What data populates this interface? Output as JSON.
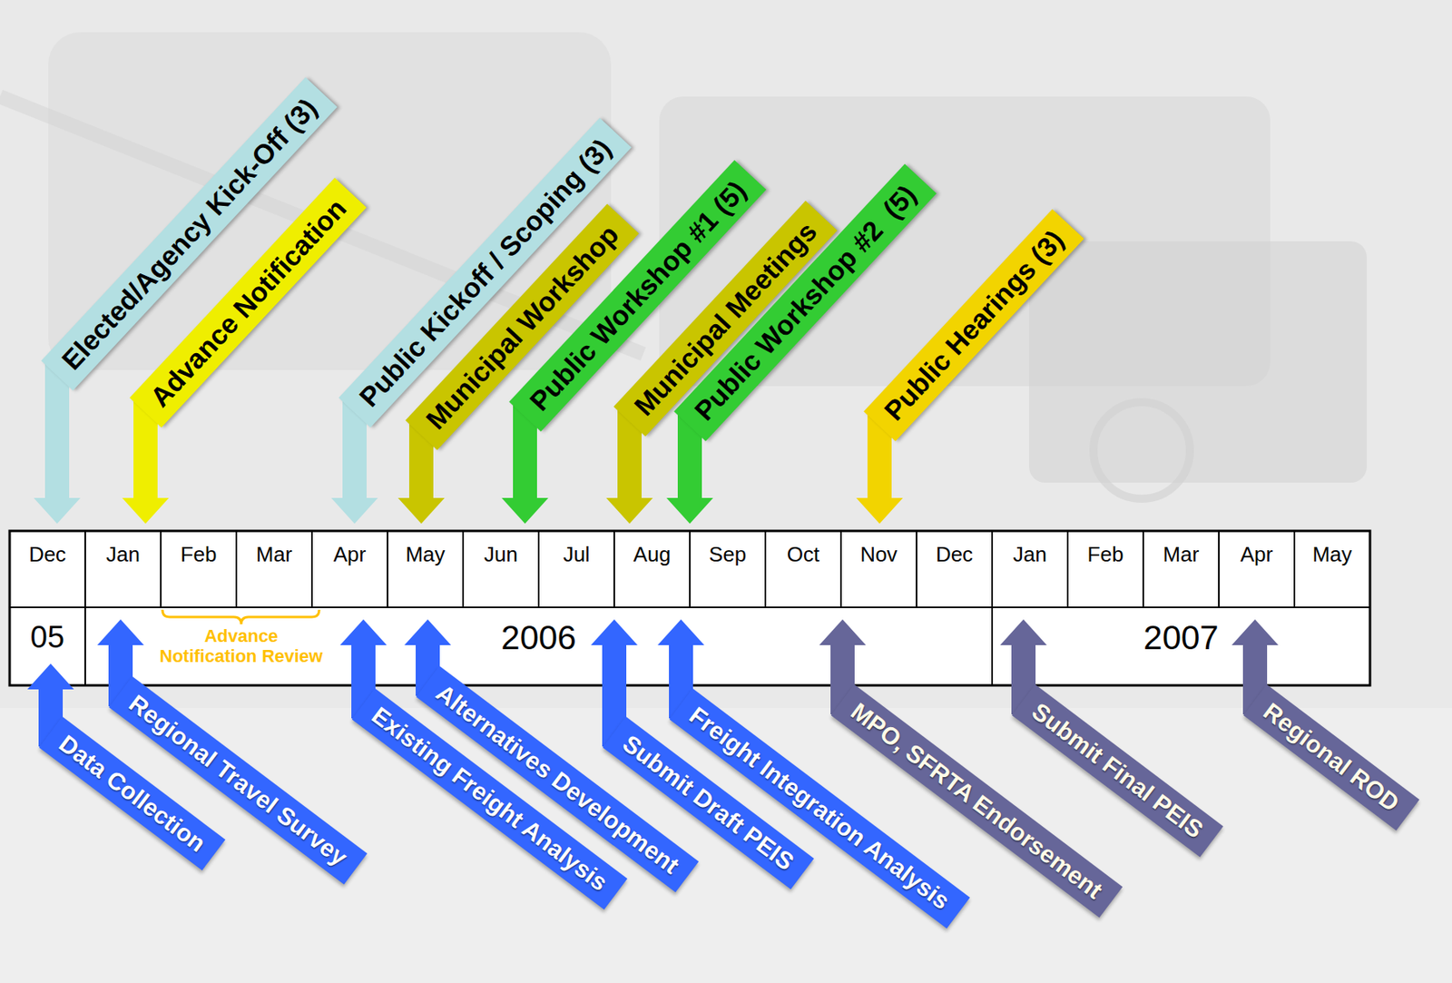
{
  "diagram": {
    "nodes": [
      {
        "text": [
          "Elected/Agency Kick-Off (3)"
        ]
      },
      {
        "text": [
          "Advance Notification"
        ]
      },
      {
        "text": [
          "Public Kickoff / Scoping (3)"
        ]
      },
      {
        "text": [
          "Municipal Workshop"
        ]
      },
      {
        "text": [
          "Public Workshop #1 (5)"
        ]
      },
      {
        "text": [
          "Municipal Meetings"
        ]
      },
      {
        "text": [
          "Public Workshop #2  (5)"
        ]
      },
      {
        "text": [
          "Public Hearings (3)"
        ]
      },
      {
        "text": [
          "Data Collection"
        ]
      },
      {
        "text": [
          "Regional Travel Survey"
        ]
      },
      {
        "text": [
          "Existing Freight Analysis"
        ]
      },
      {
        "text": [
          "Alternatives Development"
        ]
      },
      {
        "text": [
          "Submit Draft PEIS"
        ]
      },
      {
        "text": [
          "Freight Integration Analysis"
        ]
      },
      {
        "text": [
          "MPO, SFRTA Endorsement"
        ]
      },
      {
        "text": [
          "Submit Final PEIS"
        ]
      },
      {
        "text": [
          "Regional ROD"
        ]
      }
    ],
    "labels": [
      "Dec",
      "Jan",
      "Feb",
      "Mar",
      "Apr",
      "May",
      "Jun",
      "Jul",
      "Aug",
      "Sep",
      "Oct",
      "Nov",
      "Dec",
      "Jan",
      "Feb",
      "Mar",
      "Apr",
      "May",
      "05",
      "2006",
      "2007",
      "Advance Notification Review"
    ]
  }
}
